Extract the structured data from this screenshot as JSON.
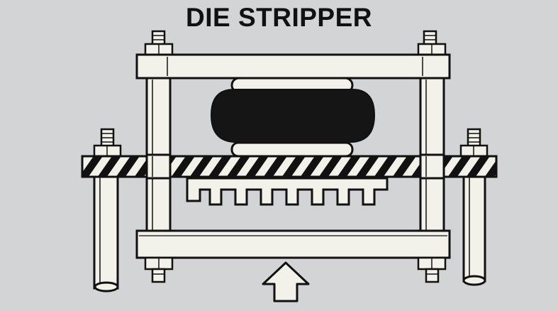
{
  "diagram": {
    "title": "DIE STRIPPER",
    "colors": {
      "background": "#d3d4d6",
      "ink": "#111111",
      "part_fill": "#f2f1ea"
    },
    "components": [
      "upper-plate",
      "air-spring",
      "striped-stripper-plate",
      "die-tooth-plate",
      "lower-plate",
      "guide-rods",
      "outer-posts",
      "push-arrow"
    ]
  }
}
